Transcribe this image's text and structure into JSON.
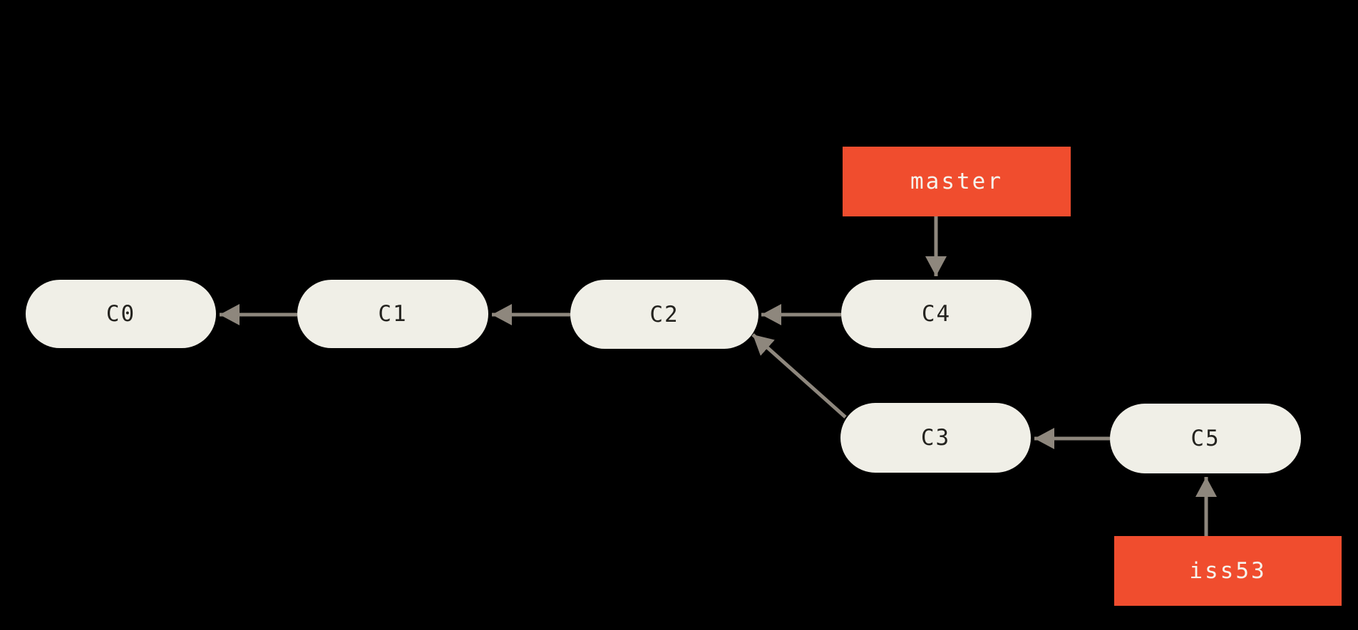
{
  "diagram": {
    "type": "git-commit-graph",
    "colors": {
      "background": "#000000",
      "commit_fill": "#F0EFE7",
      "commit_text": "#24231F",
      "branch_fill": "#F04D2E",
      "branch_text": "#F6F4ED",
      "arrow": "#8E877D"
    },
    "commits": [
      {
        "id": "c0",
        "label": "C0"
      },
      {
        "id": "c1",
        "label": "C1"
      },
      {
        "id": "c2",
        "label": "C2"
      },
      {
        "id": "c3",
        "label": "C3"
      },
      {
        "id": "c4",
        "label": "C4"
      },
      {
        "id": "c5",
        "label": "C5"
      }
    ],
    "branches": [
      {
        "id": "master",
        "label": "master",
        "points_to": "C4"
      },
      {
        "id": "iss53",
        "label": "iss53",
        "points_to": "C5"
      }
    ],
    "edges": [
      {
        "from": "C1",
        "to": "C0"
      },
      {
        "from": "C2",
        "to": "C1"
      },
      {
        "from": "C4",
        "to": "C2"
      },
      {
        "from": "C3",
        "to": "C2"
      },
      {
        "from": "C5",
        "to": "C3"
      },
      {
        "from": "master",
        "to": "C4"
      },
      {
        "from": "iss53",
        "to": "C5"
      }
    ]
  }
}
